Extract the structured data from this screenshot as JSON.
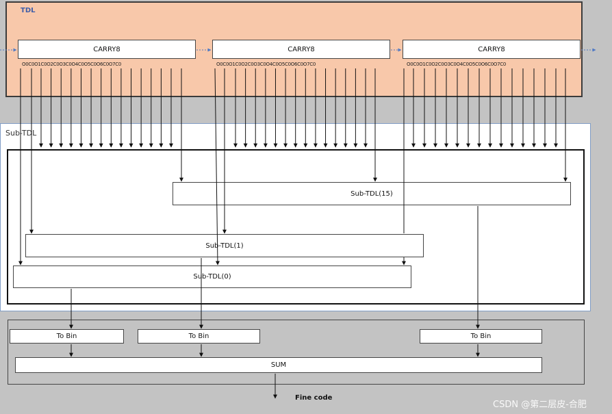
{
  "tdl": {
    "title": "TDL",
    "carry_label": "CARRY8"
  },
  "pins": {
    "chain1": [
      "O0",
      "C0",
      "O1",
      "C0",
      "O2",
      "C0",
      "O3",
      "C0",
      "O4",
      "C0",
      "O5",
      "C0",
      "O6",
      "C0",
      "O7",
      "C0"
    ],
    "chain2": [
      "O0",
      "C0",
      "O1",
      "C0",
      "O2",
      "C0",
      "O3",
      "C0",
      "O4",
      "C0",
      "O5",
      "C0",
      "O6",
      "C0",
      "O7",
      "C0"
    ],
    "chain3": [
      "O0",
      "C0",
      "O1",
      "C0",
      "O2",
      "C0",
      "O3",
      "C0",
      "O4",
      "C0",
      "O5",
      "C0",
      "O6",
      "C0",
      "O7",
      "C0"
    ]
  },
  "pins_str": "O0 C0 O1 C0 O2 C0 O3 C0 O4 C0 O5 C0 O6 C0 O7 C0",
  "sub_tdl": {
    "title": "Sub-TDL",
    "boxes": [
      "Sub-TDL(15)",
      "Sub-TDL(1)",
      "Sub-TDL(0)"
    ]
  },
  "to_bin_label": "To Bin",
  "sum_label": "SUM",
  "output_label": "Fine code",
  "watermark": "CSDN @第二层皮-合肥"
}
